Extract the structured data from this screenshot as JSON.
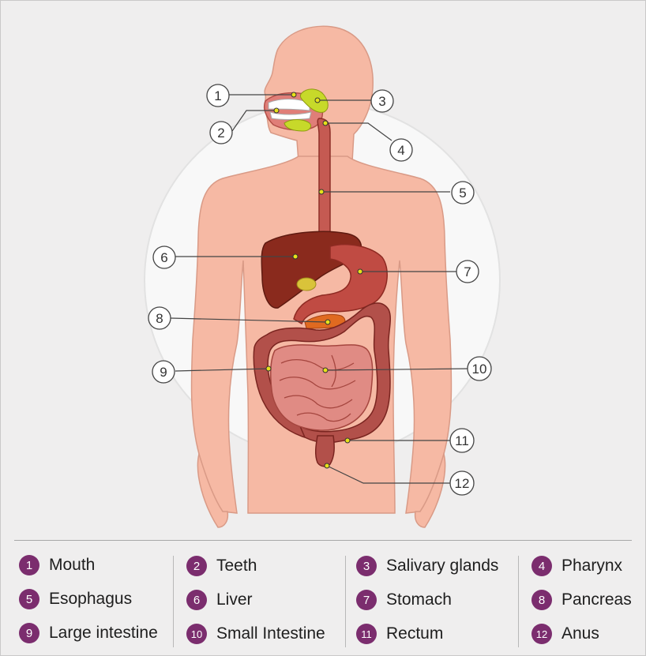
{
  "callouts": [
    "1",
    "2",
    "3",
    "4",
    "5",
    "6",
    "7",
    "8",
    "9",
    "10",
    "11",
    "12"
  ],
  "legend": [
    {
      "num": "1",
      "label": "Mouth"
    },
    {
      "num": "2",
      "label": "Teeth"
    },
    {
      "num": "3",
      "label": "Salivary glands"
    },
    {
      "num": "4",
      "label": "Pharynx"
    },
    {
      "num": "5",
      "label": "Esophagus"
    },
    {
      "num": "6",
      "label": "Liver"
    },
    {
      "num": "7",
      "label": "Stomach"
    },
    {
      "num": "8",
      "label": "Pancreas"
    },
    {
      "num": "9",
      "label": "Large intestine"
    },
    {
      "num": "10",
      "label": "Small Intestine"
    },
    {
      "num": "11",
      "label": "Rectum"
    },
    {
      "num": "12",
      "label": "Anus"
    }
  ],
  "colors": {
    "background": "#efeeee",
    "skin": "#f6b9a4",
    "badge": "#7b2d6e",
    "liver": "#8a2a1d",
    "intestine": "#b2504a",
    "pancreas": "#e06a20",
    "salivary": "#c7d92a"
  }
}
